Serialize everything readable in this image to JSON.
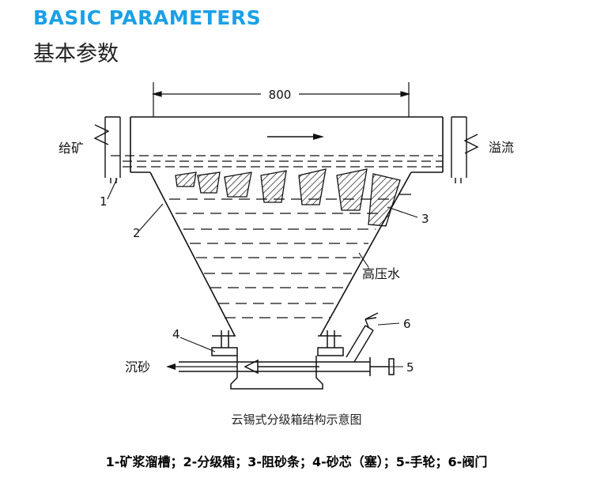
{
  "heading": {
    "title_en": "BASIC PARAMETERS",
    "title_zh": "基本参数"
  },
  "diagram": {
    "dimension": "800",
    "labels": {
      "feed": "给矿",
      "overflow": "溢流",
      "high_pressure_water": "高压水",
      "sand_out": "沉砂",
      "n1": "1",
      "n2": "2",
      "n3": "3",
      "n4": "4",
      "n5": "5",
      "n6": "6"
    },
    "caption": "云锡式分级箱结构示意图"
  },
  "legend": "1-矿浆溜槽；2-分级箱；3-阻砂条；4-砂芯（塞）；5-手轮；6-阀门"
}
